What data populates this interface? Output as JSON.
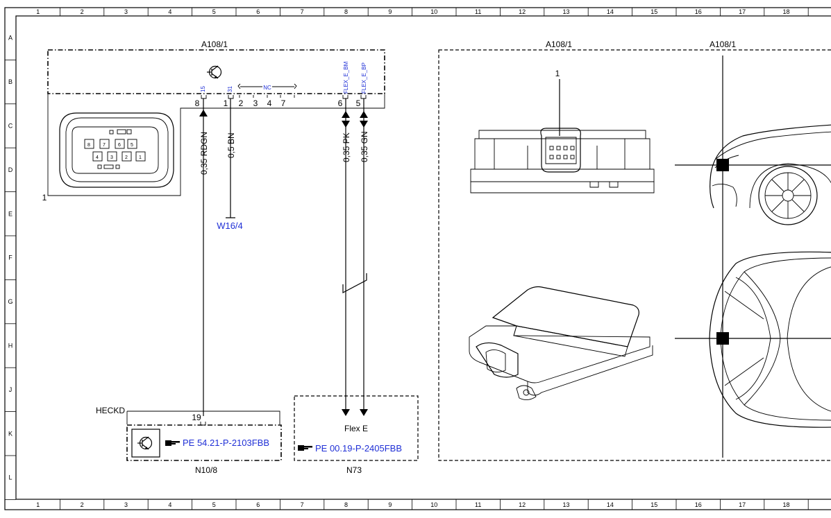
{
  "grid": {
    "columns": [
      "1",
      "2",
      "3",
      "4",
      "5",
      "6",
      "7",
      "8",
      "9",
      "10",
      "11",
      "12",
      "13",
      "14",
      "15",
      "16",
      "17",
      "18"
    ],
    "rows": [
      "A",
      "B",
      "C",
      "D",
      "E",
      "F",
      "G",
      "H",
      "J",
      "K",
      "L"
    ]
  },
  "module": {
    "label": "A108/1",
    "pins_top": [
      "15",
      "31",
      "NC",
      "FLEX_E_BM",
      "FLEX_E_BP"
    ],
    "pin_numbers": [
      "8",
      "1",
      "2",
      "3",
      "4",
      "7",
      "6",
      "5"
    ],
    "connector_item": "1",
    "connector_pins": [
      "8",
      "7",
      "6",
      "5",
      "4",
      "3",
      "2",
      "1"
    ]
  },
  "wires": {
    "w1": "0,35 RDGN",
    "w2": "0,5 BN",
    "w3": "0,35 PK",
    "w4": "0,35 GN"
  },
  "ground": "W16/4",
  "n108": {
    "bus_label": "HECKD",
    "pin": "19",
    "ref": "PE 54.21-P-2103FBB",
    "name": "N10/8"
  },
  "n73": {
    "title": "Flex E",
    "ref": "PE 00.19-P-2405FBB",
    "name": "N73"
  },
  "right_panel": {
    "label_left": "A108/1",
    "label_right": "A108/1",
    "callout": "1"
  },
  "icons": [
    "transistor-icon",
    "hand-pointer-icon",
    "ecu-connector-icon",
    "car-front-icon",
    "car-top-icon"
  ]
}
